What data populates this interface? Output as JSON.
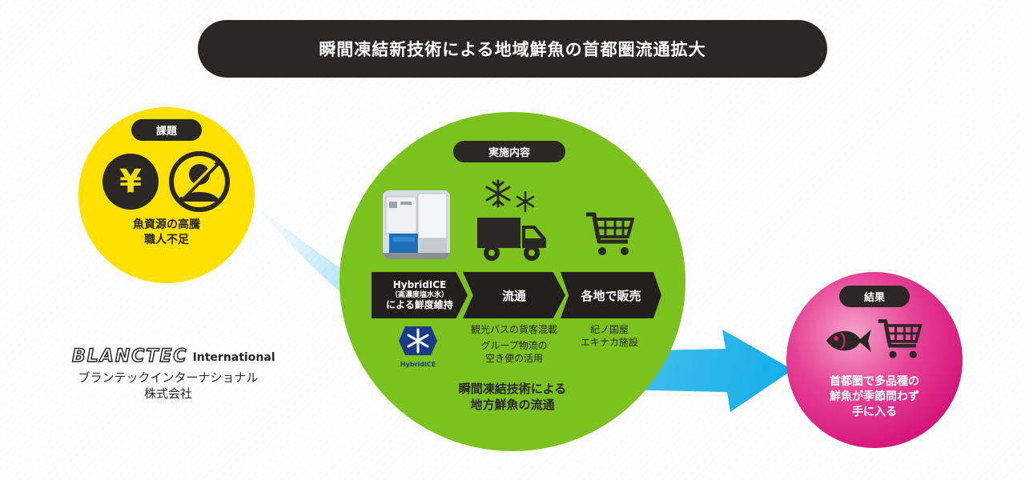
{
  "title": "瞬間凍結新技術による地域鮮魚の首都圏流通拡大",
  "problem": {
    "badge": "課題",
    "line1": "魚資源の高騰",
    "line2": "職人不足",
    "yen_symbol": "¥",
    "color": "#ffe100"
  },
  "implementation": {
    "badge": "実施内容",
    "color": "#7cc21e",
    "steps": [
      {
        "line1": "HybridICE",
        "line2": "（高濃度塩水氷）",
        "line3": "による鮮度維持"
      },
      {
        "label": "流通"
      },
      {
        "label": "各地で販売"
      }
    ],
    "dist_note1": "観光バスの貨客混載",
    "dist_note2a": "グループ物流の",
    "dist_note2b": "空き便の活用",
    "sales_note1": "紀ノ国屋",
    "sales_note2": "エキナカ施設",
    "logo_text": "HybridICE",
    "summary1": "瞬間凍結技術による",
    "summary2": "地方鮮魚の流通"
  },
  "result": {
    "badge": "結果",
    "line1": "首都圏で多品種の",
    "line2": "鮮魚が季節問わず",
    "line3": "手に入る",
    "color": "#e01e83"
  },
  "company": {
    "logo_main": "BLANCTEC",
    "logo_sub": "International",
    "name_kana": "ブランテックインターナショナル",
    "name_kanji": "株式会社"
  },
  "arrow_color": "#15aee8",
  "icons": [
    "yen-icon",
    "no-person-icon",
    "snowflake-icon",
    "truck-icon",
    "cart-icon",
    "fish-icon"
  ]
}
